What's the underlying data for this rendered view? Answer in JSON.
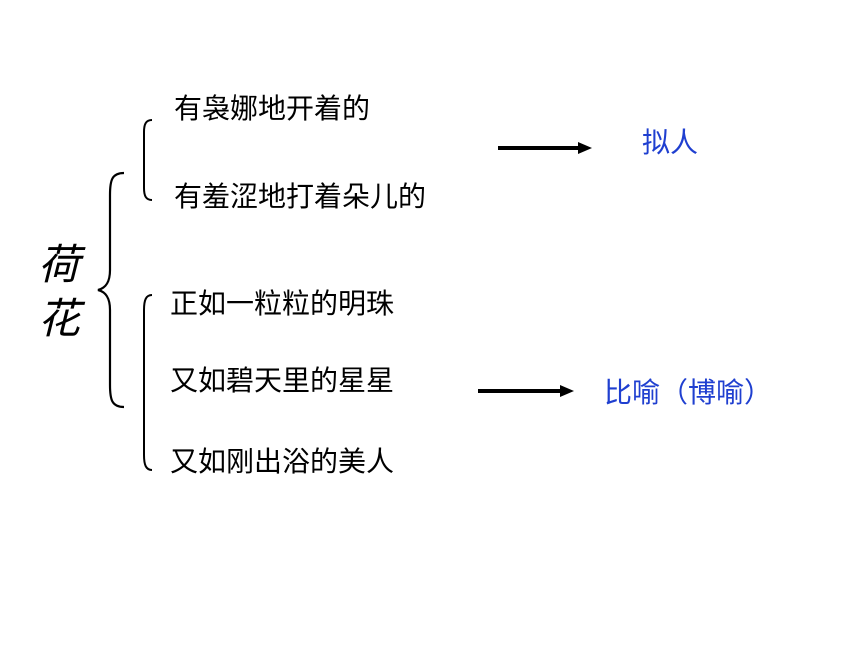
{
  "root": {
    "line1": "荷",
    "line2": "花"
  },
  "groups": [
    {
      "items": [
        "有袅娜地开着的",
        "有羞涩地打着朵儿的"
      ],
      "result": "拟人"
    },
    {
      "items": [
        "正如一粒粒的明珠",
        "又如碧天里的星星",
        "又如刚出浴的美人"
      ],
      "result": "比喻（博喻）"
    }
  ],
  "colors": {
    "text": "#000000",
    "result": "#1f3fd0",
    "line": "#000000"
  }
}
